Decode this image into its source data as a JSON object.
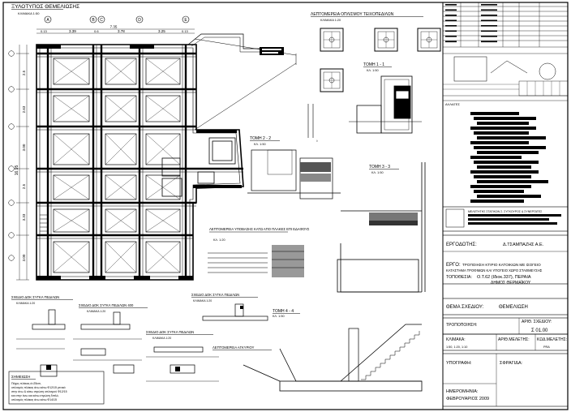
{
  "plan": {
    "title": "ΞΥΛΟΤΥΠΟΣ ΘΕΜΕΛΙΩΣΗΣ",
    "scale": "ΚΛΙΜΑΚΑ 1:50",
    "axes": [
      "A",
      "B",
      "C",
      "D",
      "E"
    ],
    "top_dims": [
      "0.13",
      "3.39",
      "0.6",
      "3.78",
      "3.25",
      "0.13"
    ],
    "top_total": "7.35",
    "left_dims": [
      "2.5",
      "2.63",
      "3.00",
      "2.5",
      "3.33",
      "3.00"
    ],
    "left_total": "16.95"
  },
  "details": {
    "foundation_detail_title": "ΛΕΠΤΟΜΕΡΕΙΑ ΟΠΛΙΣΜΟΥ ΤΕΙΧΟΠΕΔΙΛΩΝ",
    "foundation_detail_scale": "ΚΛΙΜΑΚΑ 1:20",
    "section_1": "ΤΟΜΗ 1 - 1",
    "section_1_scale": "ΚΛ. 1:50",
    "section_2": "ΤΟΜΗ 2 - 2",
    "section_2_scale": "ΚΛ. 1:50",
    "section_3": "ΤΟΜΗ 3 - 3",
    "section_3_scale": "ΚΛ. 1:50",
    "section_4": "ΤΟΜΗ 4 - 4",
    "section_4_scale": "ΚΛ. 1:50",
    "drain_detail": "ΛΕΠΤΟΜΕΡΕΙΑ ΥΠΟΒΑΣΗΣ ΚΑΤΩ ΑΠΟ ΠΛΑΚΕΣ ΕΠΙ ΕΔΑΦΟΥΣ",
    "drain_scale": "ΚΛ. 1:20",
    "beam_1": "ΣΧΕΔΙΟ ΔΟΚ ΣΥΓΚΛ ΠΕΔΙΛΩΝ",
    "beam_2": "ΣΧΕΔΙΟ ΔΟΚ ΣΥΓΚΛ ΠΕΔΙΛΩΝ 400",
    "beam_3": "ΣΧΕΔΙΟ ΔΟΚ ΣΥΓΚΛ ΠΕΔΙΛΩΝ",
    "beam_4": "ΣΧΕΔΙΟ ΔΟΚ ΣΥΓΚΛ ΠΕΔΙΛΩΝ",
    "beam_scale": "ΚΛΙΜΑΚΑ 1:20",
    "retaining_detail": "ΛΕΠΤΟΜΕΡΕΙΑ ΑΓΚΥΡΙΟΥ",
    "notes_title": "ΣΗΜΕΙΩΣΗ",
    "notes_lines": [
      "Πάχος πλάκας d=25cm,",
      "οπλισμός πλάκας άνω κάτω Φ12/15 γενικά",
      "στην άνω & κάτω στρώση οπλισμού Φ12/15",
      "και στην άνω και κάτω στρώση διπλό,",
      "οπλισμός πλάκας άνω κάτω Φ14/15"
    ]
  },
  "title_block": {
    "revisions_label": "ΑΛΛΑΓΕΣ",
    "designer_label": "ΜΕΛΕΤΗΤΗΣ ΣΤΑΤΙΚΩΝ Σ. ΣΥΓΚΟΥΡΟΣ & ΣΥΝΕΡΓΑΤΕΣ",
    "client_label": "ΕΡΓΟΔΟΤΗΣ:",
    "client_value": "Δ.ΤΣΑΜΠΑΖΗΣ Α.Ε.",
    "project_label": "ΕΡΓΟ:",
    "project_value_1": "ΤΡΟΠΟΙΗΣΗ ΚΤΙΡΙΟ ΚΑΤΟΙΚΙΩΝ ΜΕ ΙΣΟΓΕΙΟ",
    "project_value_2": "ΚΑΤΑΣΤΗΜΑ ΤΡΟΦΙΜΩΝ ΚΑΙ ΥΠΟΓΕΙΟ ΧΩΡΟ ΣΤΑΘΜΕΥΣΗΣ",
    "location_label": "ΤΟΠΟΘΕΣΙΑ:",
    "location_value_1": "Ο.Τ.62 (Ιδιοκ.337), ΠΕΡΑΙΑ",
    "location_value_2": "ΔΗΜΟΣ ΘΕΡΜΑΪΚΟΥ",
    "subject_label": "ΘΕΜΑ ΣΧΕΔΙΟΥ:",
    "subject_value": "ΘΕΜΕΛΙΩΣΗ",
    "modification_label": "ΤΡΟΠΟΠΟΙΗΣΗ:",
    "sheet_no_label": "ΑΡΙΘ. ΣΧΕΔΙΟΥ:",
    "sheet_no_value": "Σ 01.00",
    "scale_label": "ΚΛΙΜΑΚΑ:",
    "study_no_label": "ΑΡΙΘ.ΜΕΛΕΤΗΣ:",
    "code_label": "ΚΩΔ.ΜΕΛΕΤΗΣ:",
    "scale_value": "1:50, 1:20, 1:10",
    "code_value": "PRA",
    "signature_label": "ΥΠΟΓΡΑΦΗ:",
    "stamp_label": "ΣΦΡΑΓΙΔΑ:",
    "date_label": "ΗΜΕΡΟΜΗΝΙΑ:",
    "date_value": "ΦΕΒΡΟΥΑΡΙΟΣ 2009"
  }
}
